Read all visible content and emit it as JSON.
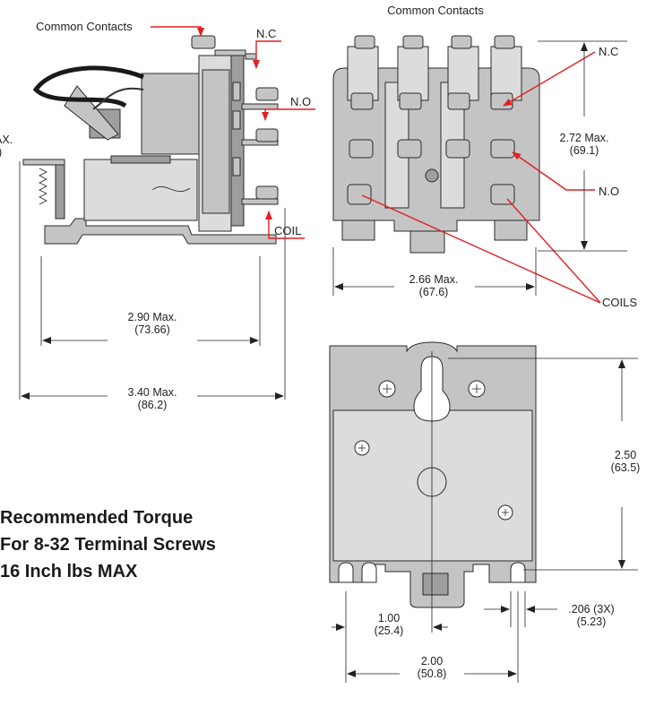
{
  "labels": {
    "common_contacts_left": "Common Contacts",
    "common_contacts_top": "Common Contacts",
    "nc_left": "N.C",
    "no_left": "N.O",
    "coil_left": "COIL",
    "nc_right": "N.C",
    "no_right": "N.O",
    "coils_right": "COILS"
  },
  "dimensions": {
    "height_left_value": "AX.",
    "height_left_mm": ")",
    "width_mount_value": "2.90 Max.",
    "width_mount_mm": "(73.66)",
    "length_overall_value": "3.40 Max.",
    "length_overall_mm": "(86.2)",
    "height_front_value": "2.72 Max.",
    "height_front_mm": "(69.1)",
    "width_front_value": "2.66 Max.",
    "width_front_mm": "(67.6)",
    "mount_height_value": "2.50",
    "mount_height_mm": "(63.5)",
    "center_value": "1.00",
    "center_mm": "(25.4)",
    "slot_value": ".206 (3X)",
    "slot_mm": "(5.23)",
    "mount_width_value": "2.00",
    "mount_width_mm": "(50.8)"
  },
  "torque_note": {
    "line1": "Recommended Torque",
    "line2": "For 8-32 Terminal Screws",
    "line3": "16 Inch lbs MAX"
  },
  "colors": {
    "callout": "#e31e24",
    "part_fill": "#c4c4c4",
    "line": "#222222"
  }
}
